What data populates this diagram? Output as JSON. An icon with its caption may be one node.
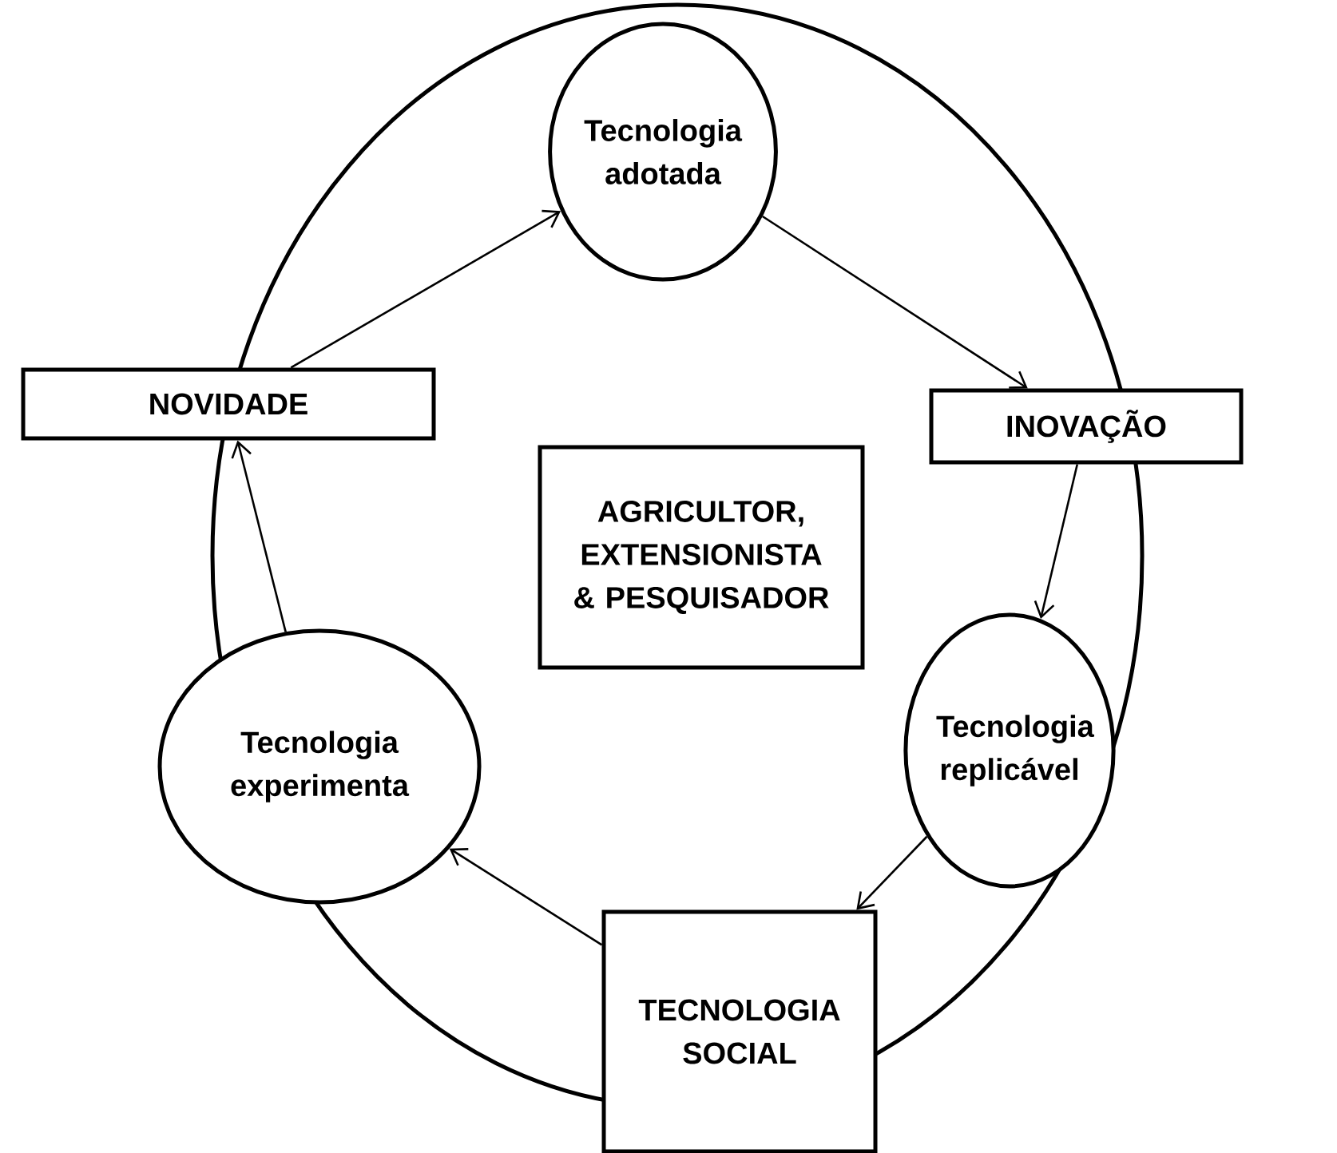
{
  "diagram": {
    "nodes": [
      {
        "text": [
          "Tecnologia adotada"
        ]
      },
      {
        "text": [
          "INOVAÇÃO"
        ]
      },
      {
        "text": [
          "Tecnologia replicável"
        ]
      },
      {
        "text": [
          "TECNOLOGIA SOCIAL"
        ]
      },
      {
        "text": [
          "Tecnologia experimenta"
        ]
      },
      {
        "text": [
          "NOVIDADE"
        ]
      },
      {
        "text": [
          "AGRICULTOR, EXTENSIONISTA & PESQUISADOR"
        ]
      }
    ],
    "edges": [
      {
        "from": 0,
        "to": 1,
        "arrow": "to"
      },
      {
        "from": 1,
        "to": 2,
        "arrow": "to"
      },
      {
        "from": 2,
        "to": 3,
        "arrow": "to"
      },
      {
        "from": 3,
        "to": 4,
        "arrow": "to"
      },
      {
        "from": 4,
        "to": 5,
        "arrow": "to"
      },
      {
        "from": 5,
        "to": 0,
        "arrow": "to"
      }
    ]
  }
}
